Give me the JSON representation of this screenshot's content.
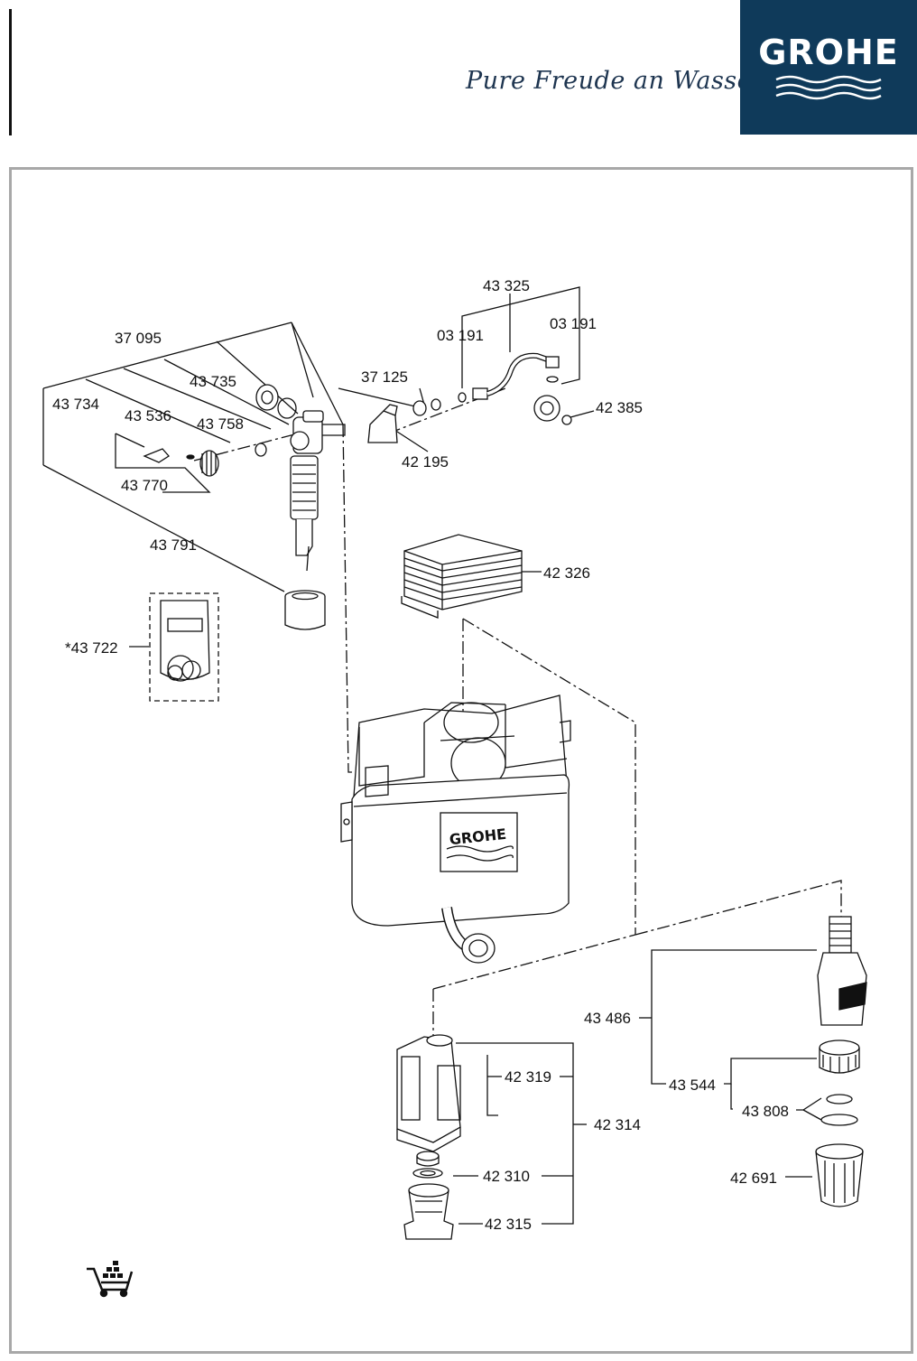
{
  "header": {
    "tagline": "Pure Freude an Wasser",
    "logo_text": "GROHE",
    "brand_color": "#0f3a5a"
  },
  "diagram": {
    "cistern_badge": "GROHE",
    "icons": [
      "shopping-cart-icon",
      "grohe-wave-logo-icon"
    ],
    "labels": {
      "p43325": "43 325",
      "p03191a": "03 191",
      "p03191b": "03 191",
      "p37095": "37 095",
      "p43735": "43 735",
      "p37125": "37 125",
      "p42385": "42 385",
      "p43734": "43 734",
      "p43536": "43 536",
      "p43758": "43 758",
      "p42195": "42 195",
      "p43770": "43 770",
      "p43791": "43 791",
      "p42326": "42 326",
      "p43722": "*43 722",
      "p43486": "43 486",
      "p43544": "43 544",
      "p43808": "43 808",
      "p42691": "42 691",
      "p42319": "42 319",
      "p42314": "42 314",
      "p42310": "42 310",
      "p42315": "42 315"
    }
  }
}
